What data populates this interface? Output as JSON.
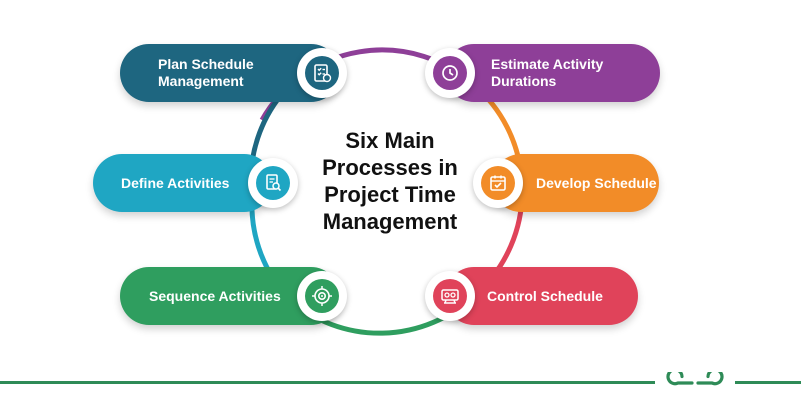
{
  "title_lines": [
    "Six Main",
    "Processes in",
    "Project Time",
    "Management"
  ],
  "processes": [
    {
      "label_lines": [
        "Plan Schedule",
        "Management"
      ],
      "color": "#1e6680",
      "icon": "checklist-icon"
    },
    {
      "label_lines": [
        "Estimate Activity",
        "Durations"
      ],
      "color": "#8e3f98",
      "icon": "clock-icon"
    },
    {
      "label_lines": [
        "Define Activities"
      ],
      "color": "#1fa6c3",
      "icon": "document-search-icon"
    },
    {
      "label_lines": [
        "Develop Schedule"
      ],
      "color": "#f28c28",
      "icon": "calendar-check-icon"
    },
    {
      "label_lines": [
        "Sequence Activities"
      ],
      "color": "#2f9e5f",
      "icon": "target-icon"
    },
    {
      "label_lines": [
        "Control Schedule"
      ],
      "color": "#e0435a",
      "icon": "control-panel-icon"
    }
  ],
  "ring_colors": {
    "top": "#8e3f98",
    "right_upper": "#f28c28",
    "right_lower": "#e0435a",
    "bottom": "#2f9e5f",
    "left_lower": "#1fa6c3",
    "left_upper": "#1e6680"
  },
  "brand_color": "#2e8b57"
}
